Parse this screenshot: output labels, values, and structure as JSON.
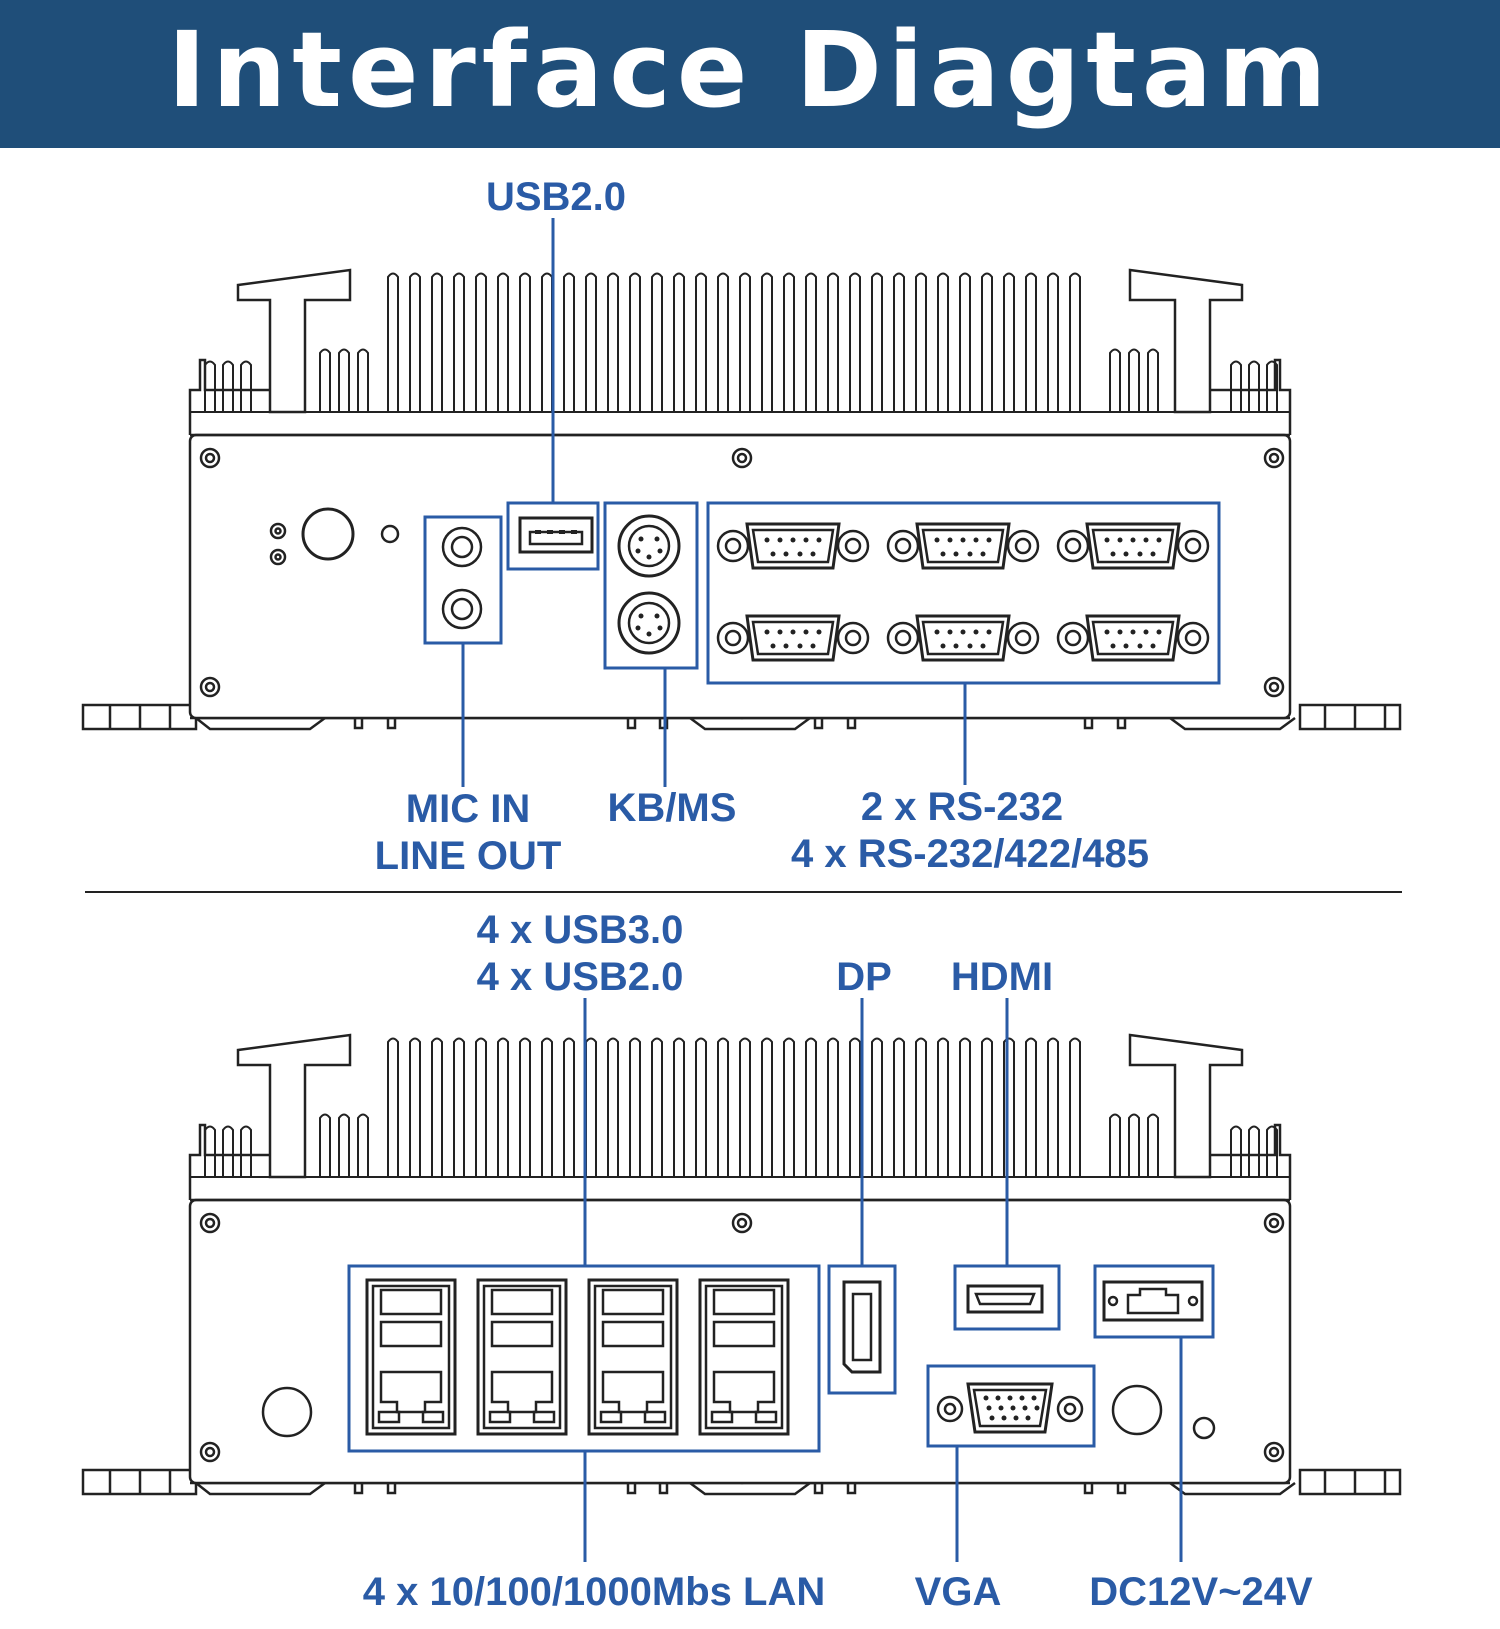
{
  "title": "Interface Diagtam",
  "colors": {
    "banner": "#1f4e79",
    "label": "#2a5ba6",
    "callout_box": "#2a5ba6",
    "outline": "#222222"
  },
  "top_panel": {
    "labels": {
      "usb2": "USB2.0",
      "mic_in": "MIC IN",
      "line_out": "LINE OUT",
      "kb_ms": "KB/MS",
      "rs232": "2 x RS-232",
      "rs485": "4 x RS-232/422/485"
    }
  },
  "bottom_panel": {
    "labels": {
      "usb3": "4 x USB3.0",
      "usb2": "4 x USB2.0",
      "dp": "DP",
      "hdmi": "HDMI",
      "lan": "4 x 10/100/1000Mbs LAN",
      "vga": "VGA",
      "dc": "DC12V~24V"
    }
  }
}
